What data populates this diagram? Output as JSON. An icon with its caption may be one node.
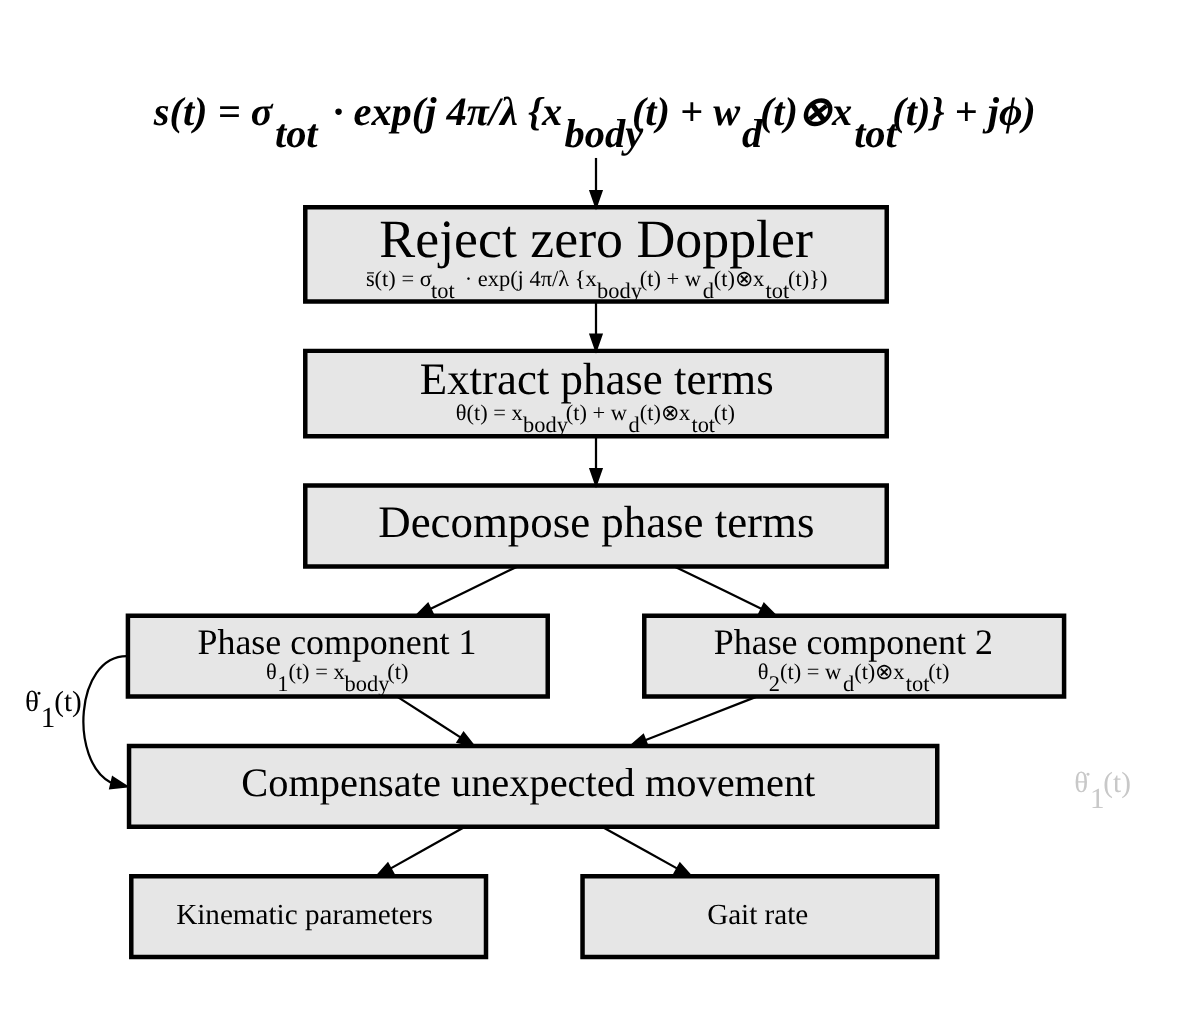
{
  "diagram": {
    "nodes": [
      {
        "text": [
          "s(t) = σ$_{tot}$ · exp(j 4π/λ {x$_{body}$(t) + w$_{d}$(t)⊗x$_{tot}$(t)} + jϕ)"
        ]
      },
      {
        "text": [
          "Reject zero Doppler",
          "s̄(t) = σ$_{tot}$ · exp(j 4π/λ {x$_{body}$(t) + w$_{d}$(t)⊗x$_{tot}$(t)})"
        ]
      },
      {
        "text": [
          "Extract phase terms",
          "θ(t) = x$_{body}$(t) + w$_{d}$(t)⊗x$_{tot}$(t)"
        ]
      },
      {
        "text": [
          "Decompose phase terms"
        ]
      },
      {
        "text": [
          "Phase component 1",
          "θ$_{1}$(t) = x$_{body}$(t)"
        ]
      },
      {
        "text": [
          "Phase component 2",
          "θ$_{2}$(t) = w$_{d}$(t)⊗x$_{tot}$(t)"
        ]
      },
      {
        "text": [
          "Compensate unexpected movement"
        ]
      },
      {
        "text": [
          "Kinematic parameters"
        ]
      },
      {
        "text": [
          "Gait rate"
        ]
      }
    ],
    "edges": [
      {
        "from": 0,
        "to": 1,
        "arrow": "to"
      },
      {
        "from": 1,
        "to": 2,
        "arrow": "to"
      },
      {
        "from": 2,
        "to": 3,
        "arrow": "to"
      },
      {
        "from": 3,
        "to": 4,
        "arrow": "to"
      },
      {
        "from": 3,
        "to": 5,
        "arrow": "to"
      },
      {
        "from": 4,
        "to": 6,
        "arrow": "to"
      },
      {
        "from": 4,
        "to": 6,
        "arrow": "to",
        "label": "θ̇$_{1}$(t)"
      },
      {
        "from": 5,
        "to": 6,
        "arrow": "to"
      },
      {
        "from": 6,
        "to": 7,
        "arrow": "to"
      },
      {
        "from": 6,
        "to": 8,
        "arrow": "to"
      }
    ],
    "labels": [
      "θ̇$_{1}$(t)"
    ]
  }
}
